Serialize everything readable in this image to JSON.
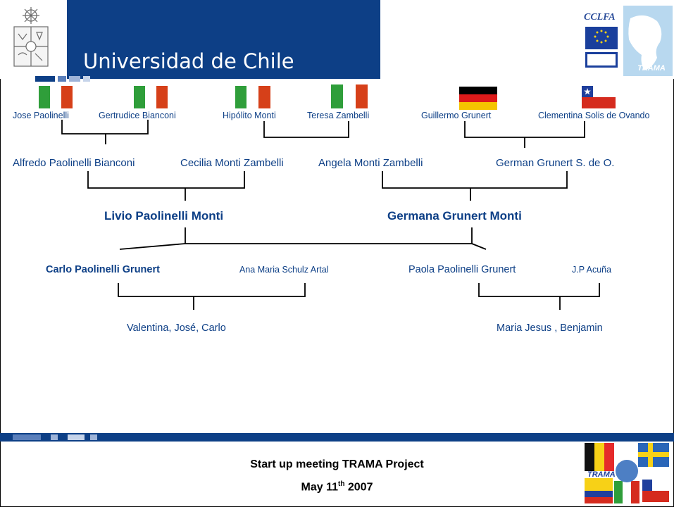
{
  "header": {
    "title": "Universidad de Chile",
    "logo_text": "CCLFA",
    "logo_sub": "TRAMA",
    "brand_color": "#0d3f86"
  },
  "generation1": {
    "jose": "Jose Paolinelli",
    "gertrudice": "Gertrudice Bianconi",
    "hipolito": "Hipólito Monti",
    "teresa": "Teresa Zambelli",
    "guillermo": "Guillermo Grunert",
    "clementina": "Clementina Solis de Ovando"
  },
  "generation2": {
    "alfredo": "Alfredo Paolinelli Bianconi",
    "cecilia": "Cecilia Monti Zambelli",
    "angela": "Angela Monti Zambelli",
    "german": "German Grunert S. de O."
  },
  "generation3": {
    "livio": "Livio Paolinelli Monti",
    "germana": "Germana Grunert Monti"
  },
  "generation4": {
    "carlo": "Carlo Paolinelli Grunert",
    "ana": "Ana Maria Schulz Artal",
    "paola": "Paola Paolinelli Grunert",
    "jp": "J.P Acuña"
  },
  "generation5": {
    "children_carlo": "Valentina,  José,  Carlo",
    "children_paola": "Maria Jesus , Benjamin"
  },
  "footer": {
    "line1": "Start up meeting TRAMA Project",
    "line2_prefix": "May 11",
    "line2_sup": "th",
    "line2_suffix": " 2007",
    "logo_text": "TRAMA"
  }
}
